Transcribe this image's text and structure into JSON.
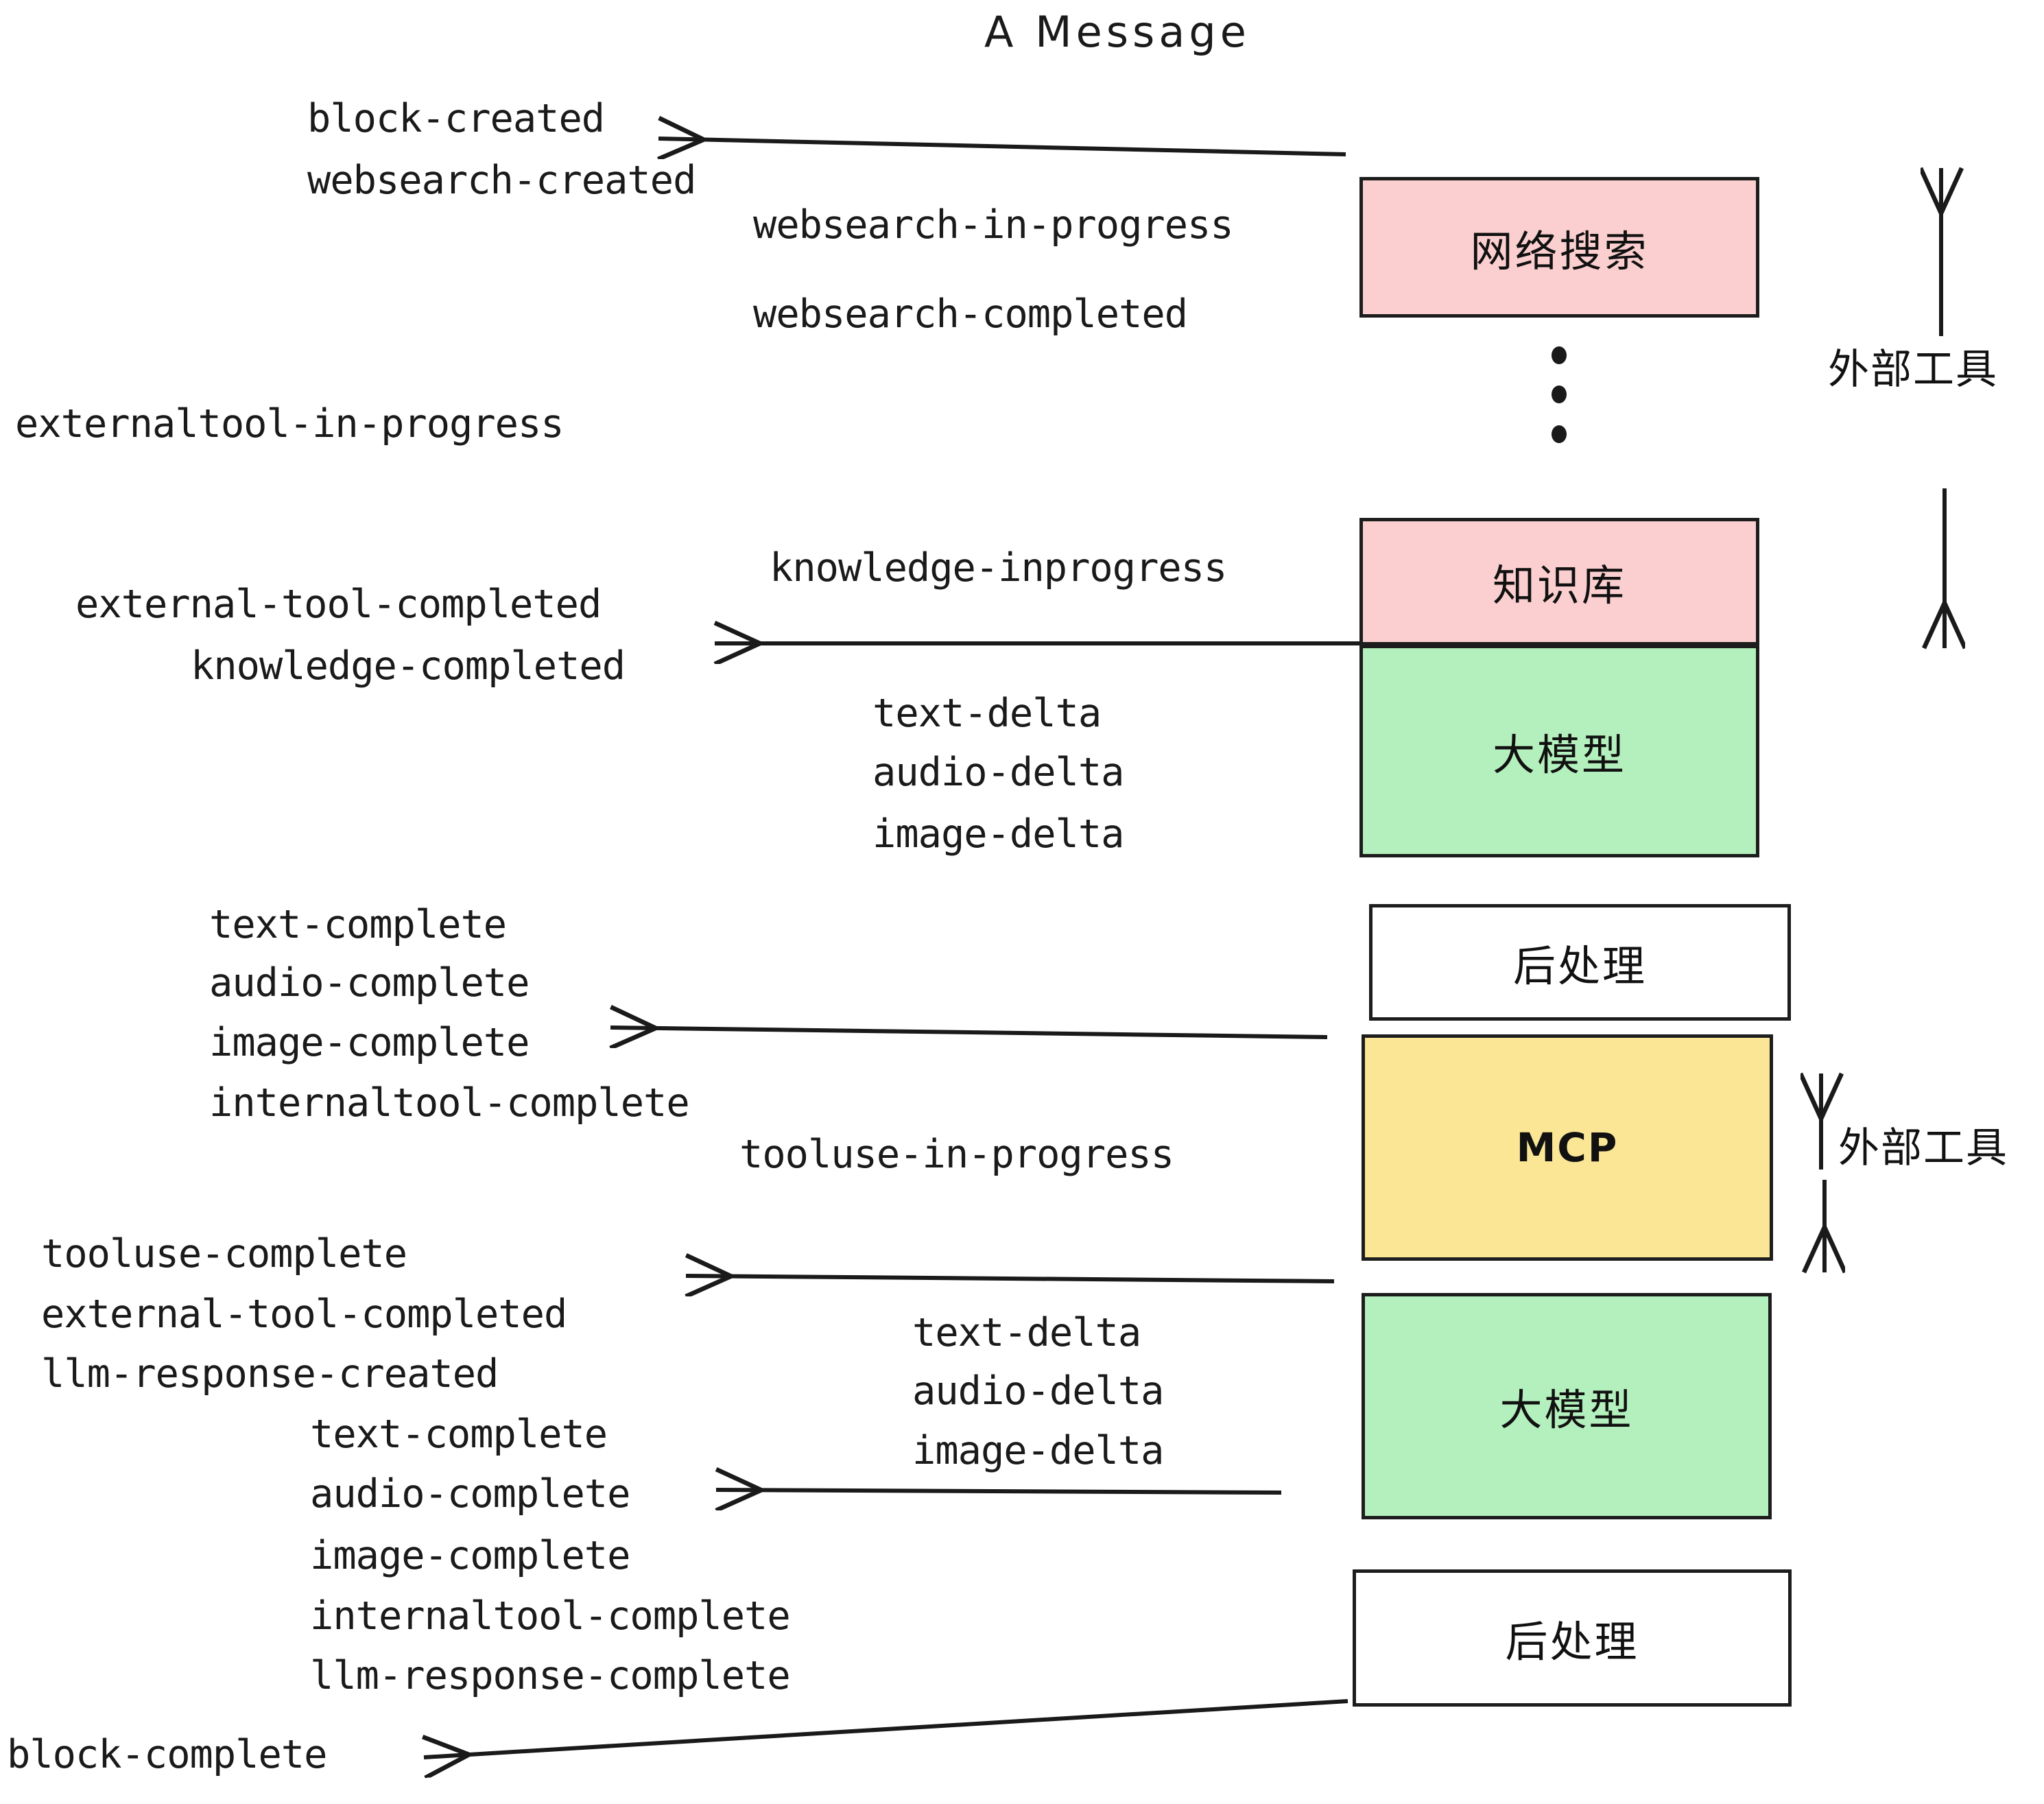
{
  "title": "A Message",
  "colors": {
    "pink": "#fbcfcf",
    "green": "#b4f0bd",
    "yellow": "#fae695",
    "white": "#ffffff",
    "stroke": "#1d1d1d",
    "text": "#1a1a1a"
  },
  "boxes": [
    {
      "id": "websearch",
      "label": "网络搜索",
      "fill": "#fbcfcf"
    },
    {
      "id": "knowledge",
      "label": "知识库",
      "fill": "#fbcfcf"
    },
    {
      "id": "llm-1",
      "label": "大模型",
      "fill": "#b4f0bd"
    },
    {
      "id": "postprocess-1",
      "label": "后处理",
      "fill": "#ffffff"
    },
    {
      "id": "mcp",
      "label": "MCP",
      "fill": "#fae695"
    },
    {
      "id": "llm-2",
      "label": "大模型",
      "fill": "#b4f0bd"
    },
    {
      "id": "postprocess-2",
      "label": "后处理",
      "fill": "#ffffff"
    }
  ],
  "side_annotations": [
    {
      "id": "external-tool-top",
      "label": "外部工具"
    },
    {
      "id": "external-tool-bottom",
      "label": "外部工具"
    }
  ],
  "events": {
    "block_created": "block-created",
    "websearch_created": "websearch-created",
    "websearch_in_progress": "websearch-in-progress",
    "websearch_completed": "websearch-completed",
    "externaltool_in_progress": "externaltool-in-progress",
    "knowledge_inprogress": "knowledge-inprogress",
    "external_tool_completed_1": "external-tool-completed",
    "knowledge_completed": "knowledge-completed",
    "text_delta_1": "text-delta",
    "audio_delta_1": "audio-delta",
    "image_delta_1": "image-delta",
    "text_complete_1": "text-complete",
    "audio_complete_1": "audio-complete",
    "image_complete_1": "image-complete",
    "internaltool_complete_1": "internaltool-complete",
    "tooluse_in_progress": "tooluse-in-progress",
    "tooluse_complete": "tooluse-complete",
    "external_tool_completed_2": "external-tool-completed",
    "llm_response_created": "llm-response-created",
    "text_delta_2": "text-delta",
    "audio_delta_2": "audio-delta",
    "image_delta_2": "image-delta",
    "text_complete_2": "text-complete",
    "audio_complete_2": "audio-complete",
    "image_complete_2": "image-complete",
    "internaltool_complete_2": "internaltool-complete",
    "llm_response_complete": "llm-response-complete",
    "block_complete": "block-complete"
  }
}
